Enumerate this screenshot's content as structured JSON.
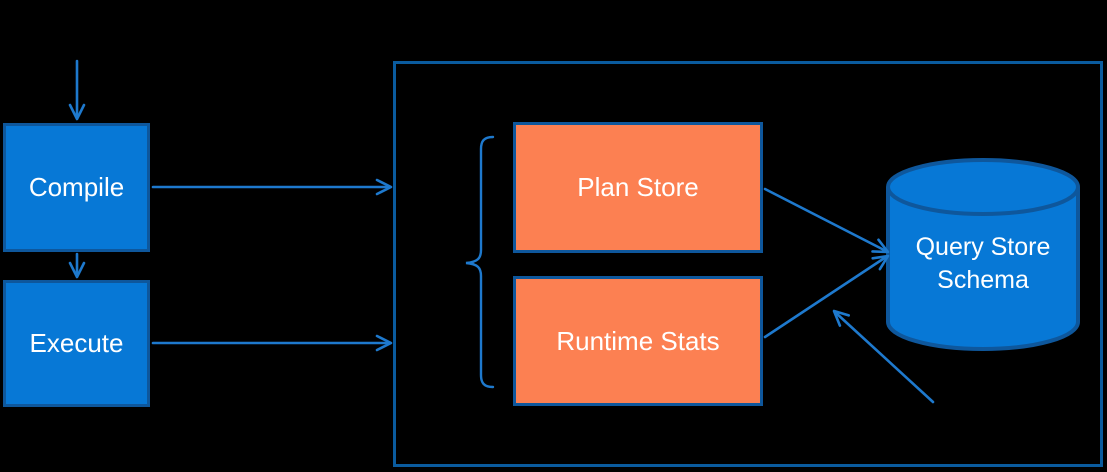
{
  "diagram": {
    "nodes": {
      "compile": {
        "label": "Compile"
      },
      "execute": {
        "label": "Execute"
      },
      "plan_store": {
        "label": "Plan Store"
      },
      "runtime_stats": {
        "label": "Runtime Stats"
      },
      "query_store_schema": {
        "label": "Query Store Schema"
      },
      "container": {
        "label": ""
      }
    },
    "brace": {
      "groups": [
        "plan_store",
        "runtime_stats"
      ]
    },
    "edges": [
      {
        "from": "top",
        "to": "compile"
      },
      {
        "from": "compile",
        "to": "execute"
      },
      {
        "from": "compile",
        "to": "container"
      },
      {
        "from": "execute",
        "to": "container"
      },
      {
        "from": "plan_store",
        "to": "query_store_schema"
      },
      {
        "from": "runtime_stats",
        "to": "query_store_schema"
      },
      {
        "from": "bottom-right",
        "to": "query_store_schema"
      }
    ],
    "colors": {
      "background": "#000000",
      "node_fill_blue": "#0778d6",
      "node_fill_orange": "#fc8052",
      "node_border": "#0e579c",
      "container_border": "#0a5b9e",
      "arrow": "#1e79cd",
      "text": "#ffffff"
    }
  }
}
